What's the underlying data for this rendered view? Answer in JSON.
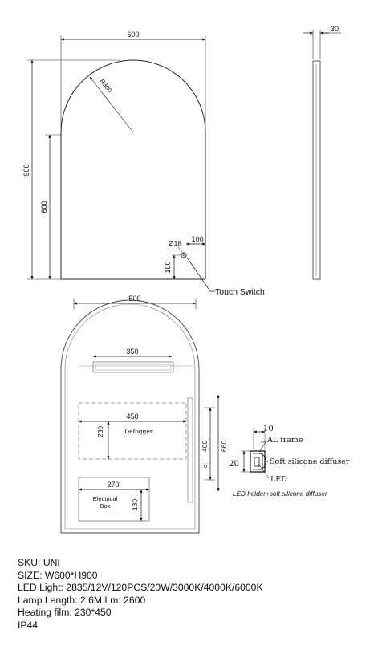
{
  "front_view": {
    "width_dim": "600",
    "height_dim": "900",
    "straight_height_dim": "600",
    "radius_label": "R300",
    "switch_diameter_label": "Ø18",
    "switch_offset_x": "100",
    "switch_offset_y": "100",
    "switch_callout": "Touch Switch"
  },
  "side_view": {
    "depth_dim": "30"
  },
  "back_view": {
    "width_dim": "500",
    "led_strip_dim": "350",
    "defogger_width_dim": "450",
    "defogger_height_dim": "230",
    "defogger_label": "Defogger",
    "right_inner_dim": "400",
    "right_outer_dim": "660",
    "box_width_dim": "270",
    "box_height_dim": "180",
    "box_label_line1": "Electrical",
    "box_label_line2": "Box"
  },
  "profile_detail": {
    "top_dim": "10",
    "height_dim": "20",
    "label_frame": "AL frame",
    "label_diffuser": "Soft silicone diffuser",
    "label_led": "LED",
    "caption": "LED holder+soft silicone diffuser"
  },
  "specs": [
    "SKU: UNI",
    "SIZE: W600*H900",
    "LED Light: 2835/12V/120PCS/20W/3000K/4000K/6000K",
    "Lamp Length: 2.6M  Lm: 2600",
    "Heating film: 230*450",
    "IP44"
  ]
}
